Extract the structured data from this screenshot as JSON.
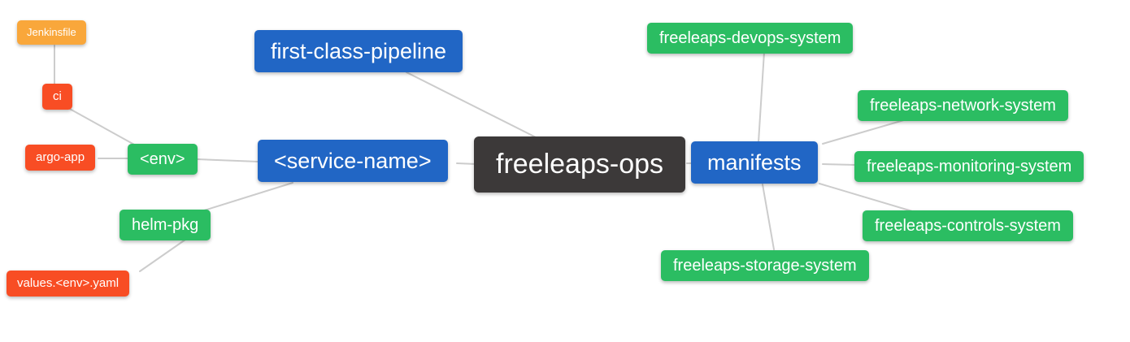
{
  "diagram": {
    "type": "mindmap",
    "root_label": "freeleaps-ops"
  },
  "colors": {
    "root_bg": "#3C3939",
    "branch_blue_bg": "#2166C5",
    "node_green_bg": "#2BBD62",
    "node_red_bg": "#F84D24",
    "node_orange_bg": "#F9A73B",
    "edge_line": "#CCCCCC",
    "node_text": "#FFFFFF",
    "canvas_bg": "#FFFFFF"
  },
  "nodes": [
    {
      "id": "jenkinsfile",
      "label": "Jenkinsfile",
      "color": "orange"
    },
    {
      "id": "ci",
      "label": "ci",
      "color": "red"
    },
    {
      "id": "argo-app",
      "label": "argo-app",
      "color": "red"
    },
    {
      "id": "env",
      "label": "<env>",
      "color": "green"
    },
    {
      "id": "helm-pkg",
      "label": "helm-pkg",
      "color": "green"
    },
    {
      "id": "values-env-yaml",
      "label": "values.<env>.yaml",
      "color": "red"
    },
    {
      "id": "first-class-pipeline",
      "label": "first-class-pipeline",
      "color": "blue"
    },
    {
      "id": "service-name",
      "label": "<service-name>",
      "color": "blue"
    },
    {
      "id": "freeleaps-ops",
      "label": "freeleaps-ops",
      "color": "dark"
    },
    {
      "id": "manifests",
      "label": "manifests",
      "color": "blue"
    },
    {
      "id": "devops-system",
      "label": "freeleaps-devops-system",
      "color": "green"
    },
    {
      "id": "network-system",
      "label": "freeleaps-network-system",
      "color": "green"
    },
    {
      "id": "monitoring-system",
      "label": "freeleaps-monitoring-system",
      "color": "green"
    },
    {
      "id": "controls-system",
      "label": "freeleaps-controls-system",
      "color": "green"
    },
    {
      "id": "storage-system",
      "label": "freeleaps-storage-system",
      "color": "green"
    }
  ],
  "edges": [
    [
      "jenkinsfile",
      "ci"
    ],
    [
      "ci",
      "env"
    ],
    [
      "argo-app",
      "env"
    ],
    [
      "env",
      "service-name"
    ],
    [
      "helm-pkg",
      "service-name"
    ],
    [
      "values-env-yaml",
      "helm-pkg"
    ],
    [
      "first-class-pipeline",
      "freeleaps-ops"
    ],
    [
      "service-name",
      "freeleaps-ops"
    ],
    [
      "freeleaps-ops",
      "manifests"
    ],
    [
      "manifests",
      "devops-system"
    ],
    [
      "manifests",
      "network-system"
    ],
    [
      "manifests",
      "monitoring-system"
    ],
    [
      "manifests",
      "controls-system"
    ],
    [
      "manifests",
      "storage-system"
    ]
  ]
}
